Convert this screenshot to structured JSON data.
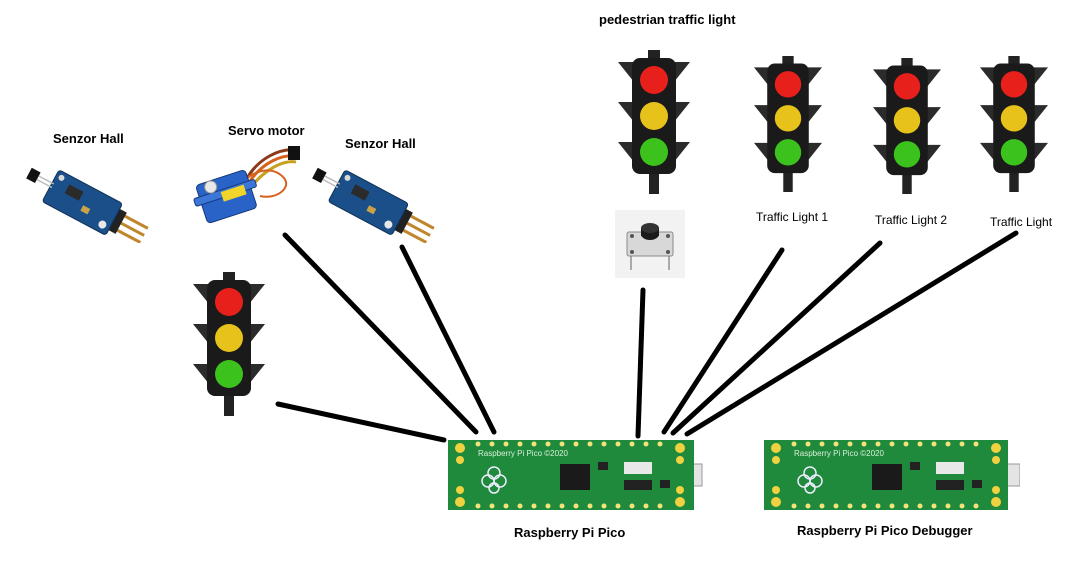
{
  "labels": {
    "hall_left": "Senzor Hall",
    "servo": "Servo motor",
    "hall_right": "Senzor Hall",
    "pedestrian": "pedestrian traffic light",
    "tl1": "Traffic Light 1",
    "tl2": "Traffic Light 2",
    "tl3": "Traffic Light",
    "pico": "Raspberry Pi Pico",
    "debugger": "Raspberry Pi Pico Debugger"
  },
  "board": {
    "silk": "Raspberry Pi Pico ©2020"
  },
  "colors": {
    "red": "#e8201c",
    "yellow": "#e7c21a",
    "green": "#3cc21d",
    "board": "#1f8a3c",
    "wire": "#000000",
    "sensor": "#1b4f8a"
  }
}
